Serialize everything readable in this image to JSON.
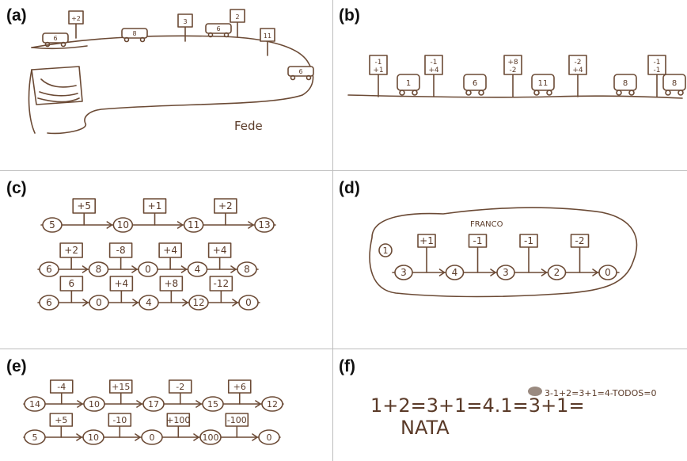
{
  "panels": {
    "a": {
      "label": "(a)",
      "signature": "Fede"
    },
    "b": {
      "label": "(b)"
    },
    "c": {
      "label": "(c)"
    },
    "d": {
      "label": "(d)",
      "name": "FRANCO"
    },
    "e": {
      "label": "(e)"
    },
    "f": {
      "label": "(f)",
      "equation": "1+2=3+1=4.1=3+1=",
      "equation_tail": "3-1+2=3+1=4-TODOS=0",
      "name": "NATA"
    }
  },
  "c_rows": [
    {
      "nodes": [
        "5",
        "10",
        "11",
        "13"
      ],
      "signs": [
        "+5",
        "+1",
        "+2"
      ]
    },
    {
      "nodes": [
        "6",
        "8",
        "0",
        "4",
        "8"
      ],
      "signs": [
        "+2",
        "-8",
        "+4",
        "+4"
      ]
    },
    {
      "nodes": [
        "6",
        "0",
        "4",
        "12",
        "0"
      ],
      "signs": [
        "6",
        "+4",
        "+8",
        "-12"
      ]
    }
  ],
  "d_row": {
    "nodes": [
      "3",
      "4",
      "3",
      "2",
      "0"
    ],
    "signs": [
      "+1",
      "-1",
      "-1",
      "-2"
    ],
    "start": "1"
  },
  "e_rows": [
    {
      "nodes": [
        "14",
        "10",
        "17",
        "15",
        "12"
      ],
      "signs": [
        "-4",
        "+15",
        "-2",
        "+6"
      ]
    },
    {
      "nodes": [
        "5",
        "10",
        "0",
        "100",
        "0"
      ],
      "signs": [
        "+5",
        "-10",
        "+100",
        "-100"
      ]
    }
  ],
  "b_signs": [
    "-1 +1",
    "-1 +4",
    "+8 -2",
    "-2 +4",
    "-1 -1"
  ],
  "b_cars": [
    "1",
    "6",
    "11",
    "8",
    "8"
  ],
  "a_signs": [
    "+2",
    "3",
    "2",
    "11"
  ],
  "a_cars": [
    "6",
    "8",
    "6",
    "6"
  ]
}
